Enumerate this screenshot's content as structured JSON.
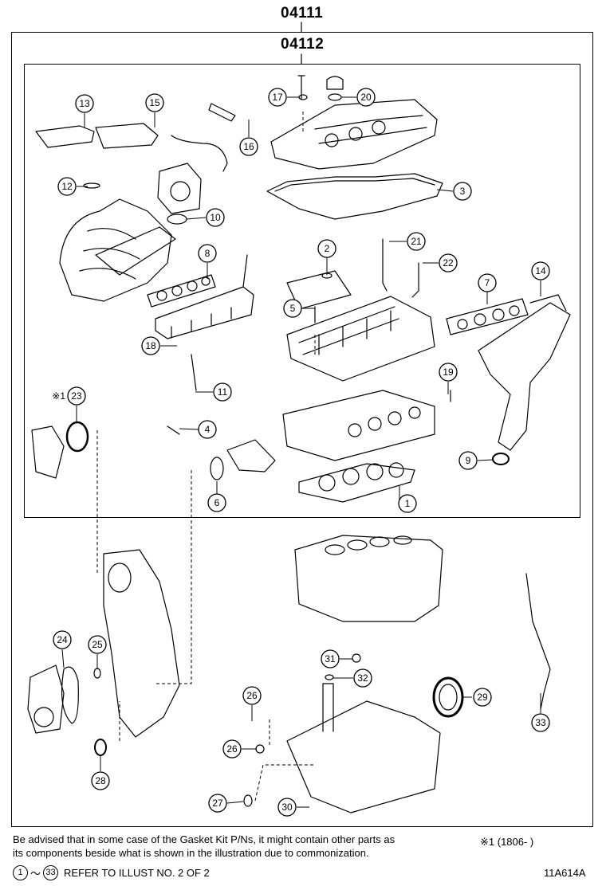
{
  "header": {
    "outer_part_no": "04111",
    "inner_part_no": "04112"
  },
  "callouts": [
    {
      "n": "1"
    },
    {
      "n": "2"
    },
    {
      "n": "3"
    },
    {
      "n": "4"
    },
    {
      "n": "5"
    },
    {
      "n": "6"
    },
    {
      "n": "7"
    },
    {
      "n": "8"
    },
    {
      "n": "9"
    },
    {
      "n": "10"
    },
    {
      "n": "11"
    },
    {
      "n": "12"
    },
    {
      "n": "13"
    },
    {
      "n": "14"
    },
    {
      "n": "15"
    },
    {
      "n": "16"
    },
    {
      "n": "17"
    },
    {
      "n": "18"
    },
    {
      "n": "19"
    },
    {
      "n": "20"
    },
    {
      "n": "21"
    },
    {
      "n": "22"
    },
    {
      "n": "23"
    },
    {
      "n": "24"
    },
    {
      "n": "25"
    },
    {
      "n": "26"
    },
    {
      "n": "26b",
      "label": "26"
    },
    {
      "n": "27"
    },
    {
      "n": "28"
    },
    {
      "n": "29"
    },
    {
      "n": "30"
    },
    {
      "n": "31"
    },
    {
      "n": "32"
    },
    {
      "n": "33"
    }
  ],
  "mark_23": "※1",
  "footer": {
    "note_line1": "Be advised that in some case of the Gasket Kit P/Ns,  it might contain other parts as",
    "note_line2": "its components beside what is shown in the illustration due to commonization.",
    "range_start": "1",
    "range_sep": "～",
    "range_end": "33",
    "reference": "REFER TO ILLUST NO. 2 OF 2",
    "footnote": "※1 (1806-     )",
    "drawing_code": "11A614A"
  }
}
